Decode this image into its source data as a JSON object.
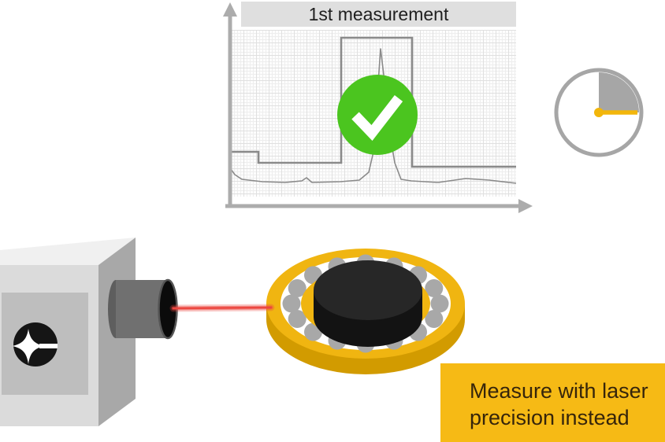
{
  "chart": {
    "title": "1st measurement"
  },
  "chart_data": {
    "type": "line",
    "title": "1st measurement",
    "xlabel": "",
    "ylabel": "",
    "axis_style": "unlabeled gray arrows (x right, y up)",
    "grid": true,
    "plot_size": [
      362,
      212
    ],
    "series": [
      {
        "name": "tolerance-band",
        "stroke_width": 2.6,
        "points": [
          [
            0,
            155
          ],
          [
            35,
            155
          ],
          [
            35,
            169
          ],
          [
            140,
            169
          ],
          [
            140,
            10
          ],
          [
            230,
            10
          ],
          [
            230,
            174
          ],
          [
            362,
            174
          ]
        ]
      },
      {
        "name": "measurement-trace",
        "stroke_width": 1.6,
        "points": [
          [
            0,
            177
          ],
          [
            5,
            184
          ],
          [
            14,
            190
          ],
          [
            40,
            193
          ],
          [
            69,
            194
          ],
          [
            90,
            192
          ],
          [
            96,
            188
          ],
          [
            103,
            194
          ],
          [
            139,
            193
          ],
          [
            163,
            191
          ],
          [
            175,
            181
          ],
          [
            181,
            155
          ],
          [
            190,
            24
          ],
          [
            194,
            57
          ],
          [
            201,
            127
          ],
          [
            208,
            169
          ],
          [
            216,
            190
          ],
          [
            229,
            192
          ],
          [
            263,
            194
          ],
          [
            298,
            189
          ],
          [
            328,
            191
          ],
          [
            362,
            195
          ]
        ]
      }
    ],
    "annotations": [
      {
        "type": "badge",
        "icon": "check-icon",
        "color": "#4BC51F",
        "meaning": "measurement passed"
      }
    ],
    "legend": null
  },
  "clock": {
    "icon": "clock-timer-icon",
    "hand_position": "3 o'clock",
    "filled_sector": "12-to-3 quadrant"
  },
  "scene": {
    "device": {
      "icon": "laser-sensor-device",
      "logo_icon": "sparkle-star-icon"
    },
    "beam": {
      "icon": "laser-beam",
      "color": "#EC4740"
    },
    "target": {
      "icon": "ball-bearing",
      "ball_count": 16
    }
  },
  "banner": {
    "line1": "Measure with laser",
    "line2": "precision instead"
  },
  "colors": {
    "header_gray": "#DFDFDF",
    "title_text": "#1F1F1F",
    "axis_gray": "#ACACAC",
    "line_gray": "#8A8A8A",
    "grid_minor": "#EEEEEE",
    "grid_major": "#E0E0E0",
    "plot_bg": "#FDFDFD",
    "success_green": "#4BC51F",
    "check_white": "#FFFFFF",
    "clock_gray": "#A6A6A6",
    "accent_yellow": "#F2B60B",
    "banner_yellow": "#F6BA15",
    "banner_text": "#36250B",
    "gold": "#F0B511",
    "gold_dark": "#D29B00",
    "ball_gray": "#A8A8A8",
    "race_white": "#FFFFFF",
    "hub_top": "#272727",
    "hub_side": "#131313",
    "box_top": "#F0F0F0",
    "box_front": "#DBDBDB",
    "box_side": "#A8A8A8",
    "box_panel": "#BEBEBE",
    "barrel_gray": "#707070",
    "barrel_cap": "#5E5E5E",
    "lens_black": "#0B0B0B",
    "logo_black": "#151515",
    "laser_red": "#EC4740"
  }
}
